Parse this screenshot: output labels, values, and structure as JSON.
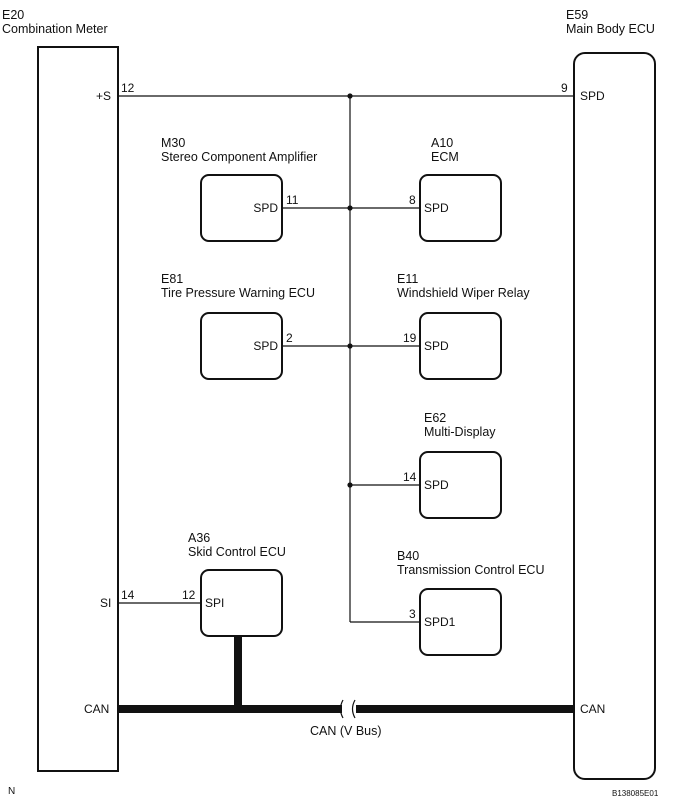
{
  "combination_meter": {
    "code": "E20",
    "name": "Combination Meter",
    "pins": {
      "s_plus": {
        "num": "12",
        "label": "+S"
      },
      "si": {
        "num": "14",
        "label": "SI"
      },
      "can": {
        "label": "CAN"
      }
    }
  },
  "main_body_ecu": {
    "code": "E59",
    "name": "Main Body ECU",
    "pins": {
      "spd": {
        "num": "9",
        "label": "SPD"
      },
      "can": {
        "label": "CAN"
      }
    }
  },
  "stereo_amp": {
    "code": "M30",
    "name": "Stereo Component Amplifier",
    "pin_num": "11",
    "pin_label": "SPD"
  },
  "ecm": {
    "code": "A10",
    "name": "ECM",
    "pin_num": "8",
    "pin_label": "SPD"
  },
  "tire_pressure_ecu": {
    "code": "E81",
    "name": "Tire Pressure Warning ECU",
    "pin_num": "2",
    "pin_label": "SPD"
  },
  "wiper_relay": {
    "code": "E11",
    "name": "Windshield Wiper Relay",
    "pin_num": "19",
    "pin_label": "SPD"
  },
  "multi_display": {
    "code": "E62",
    "name": "Multi-Display",
    "pin_num": "14",
    "pin_label": "SPD"
  },
  "skid_control_ecu": {
    "code": "A36",
    "name": "Skid Control ECU",
    "pin_num": "12",
    "pin_label": "SPI"
  },
  "transmission_ecu": {
    "code": "B40",
    "name": "Transmission Control ECU",
    "pin_num": "3",
    "pin_label": "SPD1"
  },
  "can_bus_label": "CAN (V Bus)",
  "corner_mark": "N",
  "figure_id": "B138085E01"
}
